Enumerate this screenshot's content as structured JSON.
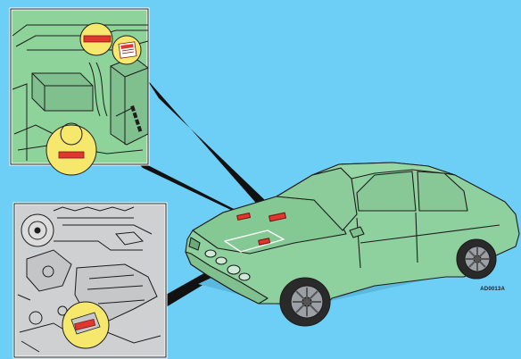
{
  "figure": {
    "reference_code": "AD0013A"
  },
  "colors": {
    "background": "#6ecff6",
    "car_body": "#8fd19e",
    "car_dark": "#5fae72",
    "inset_green": "#8ed39a",
    "inset_gray": "#cfd0d1",
    "highlight": "#f6e86d",
    "label_red": "#e0372f",
    "outline": "#1d1d1d"
  },
  "callouts": [
    {
      "id": "vin-plate",
      "target": "engine-compartment-top"
    },
    {
      "id": "vin-stamp",
      "target": "engine-compartment-top"
    },
    {
      "id": "engine-number",
      "target": "engine-block-side"
    }
  ]
}
